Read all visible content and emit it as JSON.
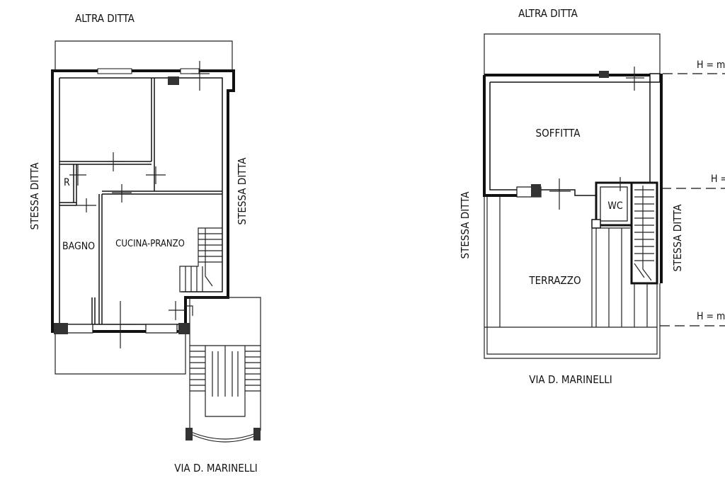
{
  "left_plan": {
    "top_label": "ALTRA DITTA",
    "left_label": "STESSA DITTA",
    "right_label": "STESSA DITTA",
    "bottom_label": "VIA D. MARINELLI",
    "rooms": {
      "r": "R",
      "bagno": "BAGNO",
      "cucina": "CUCINA-PRANZO"
    }
  },
  "right_plan": {
    "top_label": "ALTRA DITTA",
    "left_label": "STESSA DITTA",
    "right_label": "STESSA DITTA",
    "bottom_label": "VIA D. MARINELLI",
    "rooms": {
      "soffitta": "SOFFITTA",
      "wc": "WC",
      "terrazzo": "TERRAZZO"
    },
    "heights": {
      "h1": "H = m",
      "h2": "H =",
      "h3": "H = m"
    }
  },
  "colors": {
    "ink": "#111111",
    "paper": "#ffffff"
  }
}
